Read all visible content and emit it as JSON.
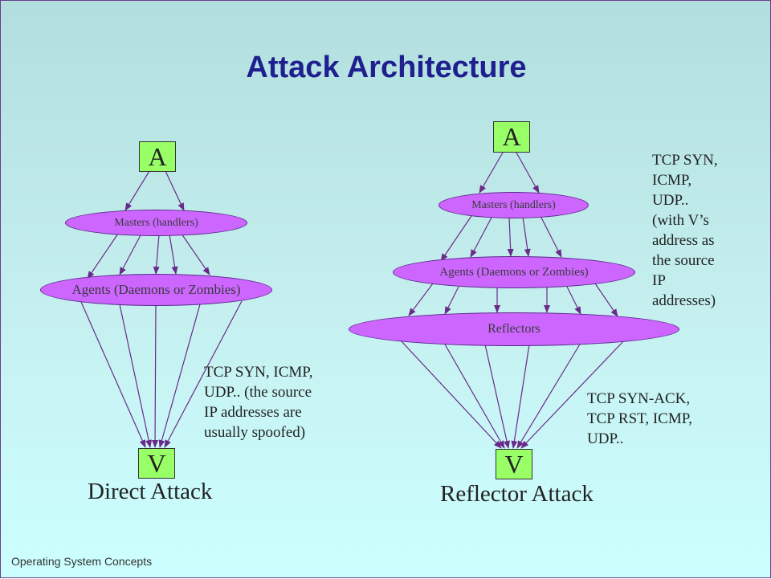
{
  "title": "Attack Architecture",
  "left": {
    "attacker": "A",
    "masters": "Masters (handlers)",
    "agents": "Agents (Daemons or Zombies)",
    "victim": "V",
    "traffic_note": [
      "TCP SYN, ICMP,",
      "UDP.. (the source",
      "IP addresses are",
      "usually spoofed)"
    ],
    "caption": "Direct Attack"
  },
  "right": {
    "attacker": "A",
    "masters": "Masters (handlers)",
    "agents": "Agents (Daemons or Zombies)",
    "reflectors": "Reflectors",
    "victim": "V",
    "request_note": [
      "TCP SYN,",
      "ICMP,",
      "UDP..",
      "(with V’s",
      "address as",
      "the source",
      "IP",
      "addresses)"
    ],
    "response_note": [
      "TCP SYN-ACK,",
      "TCP RST, ICMP,",
      "UDP.."
    ],
    "caption": "Reflector Attack"
  },
  "footer": "Operating System Concepts",
  "colors": {
    "node_box": "#99ff66",
    "ellipse": "#cc66ff",
    "arrow": "#6a2a8a",
    "title": "#1f1f8f"
  }
}
